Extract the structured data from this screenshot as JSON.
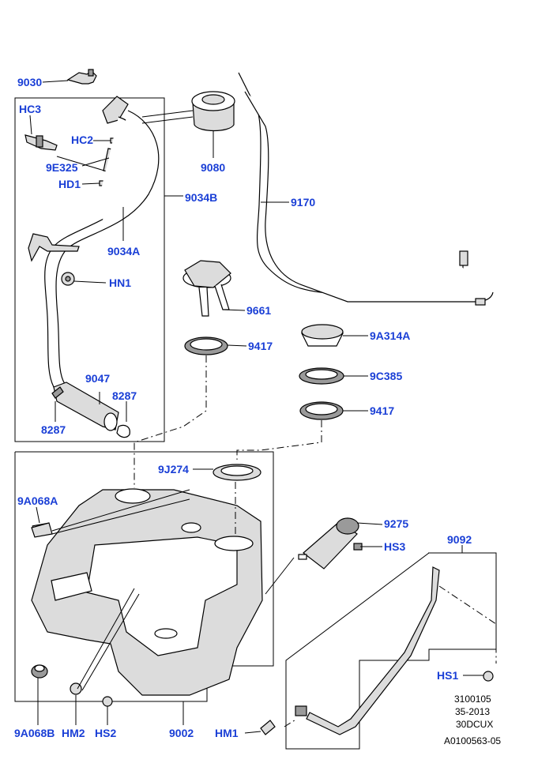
{
  "callouts": {
    "c9030": "9030",
    "hc3": "HC3",
    "hc2": "HC2",
    "c9e325": "9E325",
    "hd1": "HD1",
    "c9080": "9080",
    "c9034b": "9034B",
    "c9034a": "9034A",
    "c9170": "9170",
    "hn1": "HN1",
    "c9661": "9661",
    "c9417a": "9417",
    "c9a314a": "9A314A",
    "c9c385": "9C385",
    "c9417b": "9417",
    "c9047": "9047",
    "c8287a": "8287",
    "c8287b": "8287",
    "c9j274": "9J274",
    "c9a068a": "9A068A",
    "c9275": "9275",
    "hs3": "HS3",
    "c9092": "9092",
    "hs1": "HS1",
    "c9a068b": "9A068B",
    "hm2": "HM2",
    "hs2": "HS2",
    "c9002": "9002",
    "hm1": "HM1"
  },
  "ref_block": {
    "line1": "3100105",
    "line2": "35-2013",
    "line3": "30DCUX",
    "line4": "A0100563-05"
  },
  "colors": {
    "callout": "#1a3fd6",
    "line": "#000000",
    "part_fill": "#dcdcdc"
  }
}
